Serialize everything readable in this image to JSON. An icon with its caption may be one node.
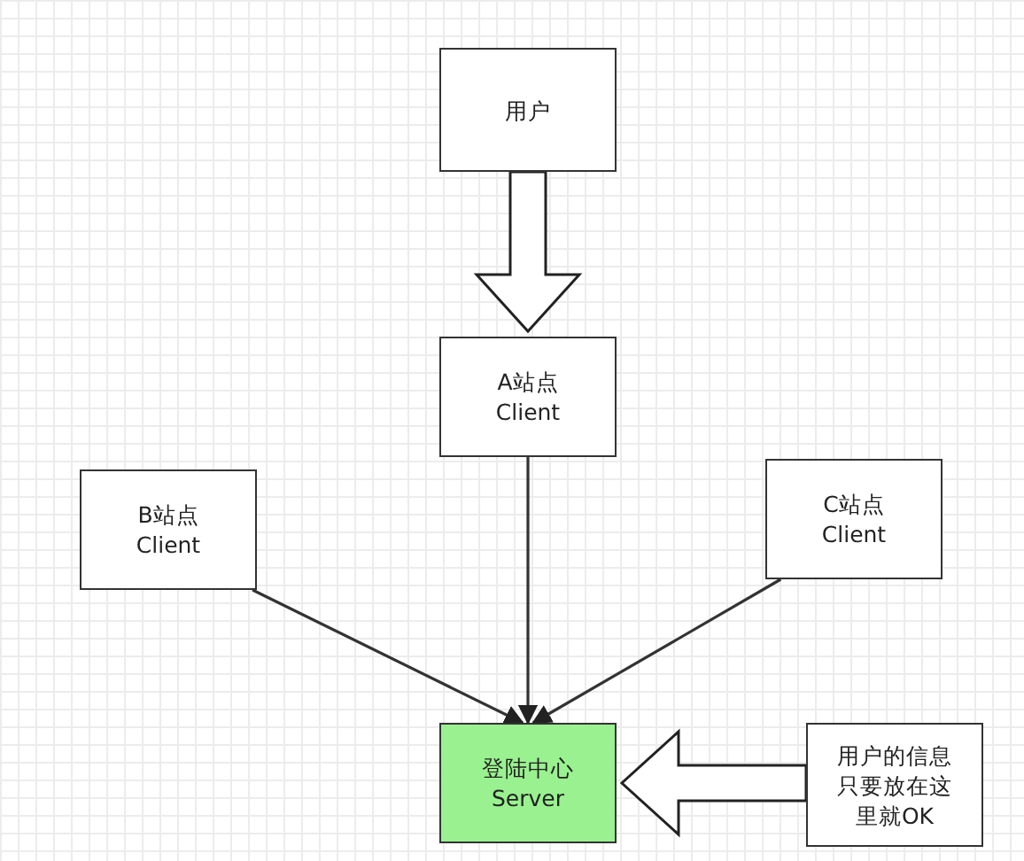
{
  "diagram": {
    "nodes": [
      {
        "text": [
          "用户"
        ]
      },
      {
        "text": [
          "A站点 Client"
        ]
      },
      {
        "text": [
          "B站点 Client"
        ]
      },
      {
        "text": [
          "C站点 Client"
        ]
      },
      {
        "text": [
          "登陆中心 Server"
        ]
      },
      {
        "text": [
          "用户的信息只要放在这里就OK"
        ]
      }
    ],
    "edges": [
      {
        "from": 0,
        "to": 1,
        "arrow": "to",
        "style": "thick"
      },
      {
        "from": 1,
        "to": 4,
        "arrow": "to"
      },
      {
        "from": 2,
        "to": 4,
        "arrow": "to"
      },
      {
        "from": 3,
        "to": 4,
        "arrow": "to"
      },
      {
        "from": 5,
        "to": 4,
        "arrow": "to",
        "style": "thick"
      }
    ]
  }
}
